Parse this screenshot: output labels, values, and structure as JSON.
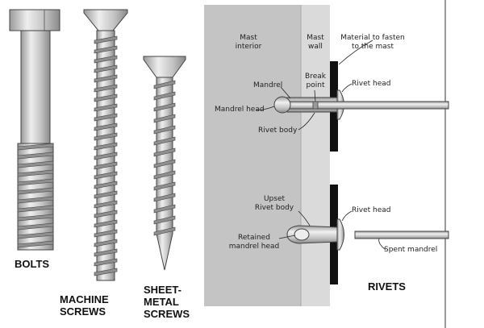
{
  "captions": {
    "bolts": "BOLTS",
    "machine_1": "MACHINE",
    "machine_2": "SCREWS",
    "sheet_1": "SHEET-",
    "sheet_2": "METAL",
    "sheet_3": "SCREWS",
    "rivets": "RIVETS"
  },
  "labels": {
    "mast_interior_1": "Mast",
    "mast_interior_2": "interior",
    "mast_wall_1": "Mast",
    "mast_wall_2": "wall",
    "material_1": "Material to fasten",
    "material_2": "to the mast",
    "mandrel": "Mandrel",
    "break_point_1": "Break",
    "break_point_2": "point",
    "rivet_head_top": "Rivet head",
    "mandrel_head": "Mandrel head",
    "rivet_body": "Rivet body",
    "upset_1": "Upset",
    "upset_2": "Rivet body",
    "rivet_head_bottom": "Rivet head",
    "retained_1": "Retained",
    "retained_2": "mandrel head",
    "spent_mandrel": "Spent mandrel"
  },
  "colors": {
    "mast_interior": "#c4c4c4",
    "mast_wall": "#dadada",
    "material": "#111111",
    "metal_light": "#e4e4e4",
    "metal_mid": "#b8b8b8",
    "metal_dark": "#8a8a8a"
  }
}
